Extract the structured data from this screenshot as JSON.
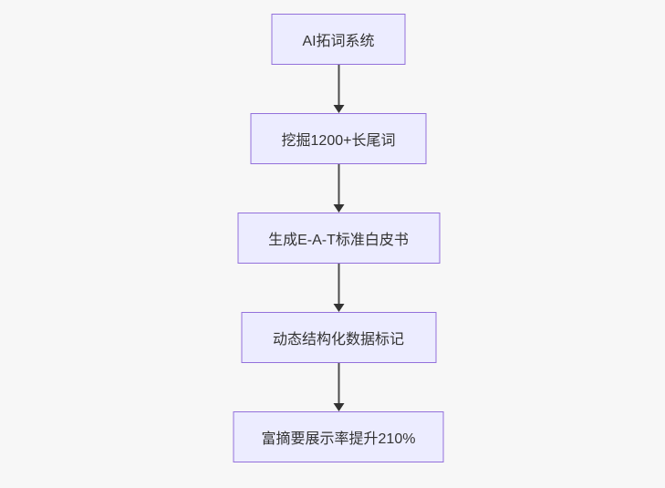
{
  "diagram": {
    "type": "flowchart",
    "direction": "top-down",
    "colors": {
      "background": "#f7f7f7",
      "node_fill": "#ECECFF",
      "node_border": "#9370DB",
      "node_text": "#333333",
      "arrow": "#333333"
    },
    "nodes": [
      {
        "label": "AI拓词系统"
      },
      {
        "label": "挖掘1200+长尾词"
      },
      {
        "label": "生成E-A-T标准白皮书"
      },
      {
        "label": "动态结构化数据标记"
      },
      {
        "label": "富摘要展示率提升210%"
      }
    ],
    "edges": [
      {
        "from": 0,
        "to": 1
      },
      {
        "from": 1,
        "to": 2
      },
      {
        "from": 2,
        "to": 3
      },
      {
        "from": 3,
        "to": 4
      }
    ]
  }
}
